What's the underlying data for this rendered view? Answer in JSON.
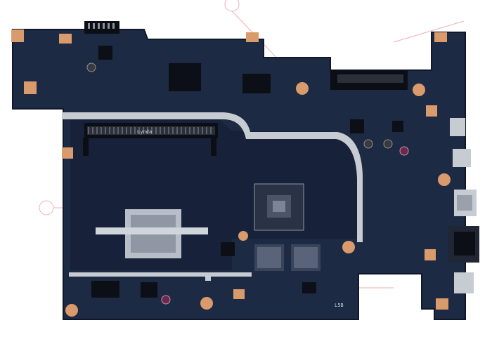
{
  "image": {
    "subject": "motherboard",
    "colors": {
      "background": "#ffffff",
      "pcb": "#1d2a44",
      "pcb_dark": "#16213a",
      "copper_pad": "#d99a6c",
      "silver_rail": "#c7ccd3",
      "chip": "#0c0f16",
      "watermark": "#f0b0b0"
    }
  },
  "board_text": {
    "slot_marking": "Lynda",
    "corner_marking": "L5B"
  }
}
